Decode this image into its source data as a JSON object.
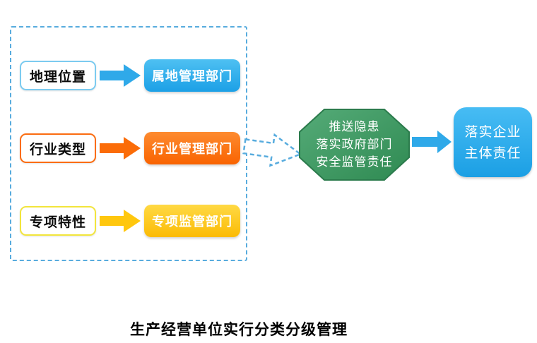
{
  "diagram": {
    "rows": [
      {
        "source": "地理位置",
        "target": "属地管理部门"
      },
      {
        "source": "行业类型",
        "target": "行业管理部门"
      },
      {
        "source": "专项特性",
        "target": "专项监管部门"
      }
    ],
    "octagon": {
      "line1": "推送隐患",
      "line2": "落实政府部门",
      "line3": "安全监管责任"
    },
    "result": {
      "line1": "落实企业",
      "line2": "主体责任"
    },
    "caption": "生产经营单位实行分类分级管理",
    "colors": {
      "blue": "#29A9E9",
      "orange": "#FB6C08",
      "yellow": "#FFC40C",
      "green": "#3E9B62",
      "dashed_blue": "#58ACDE"
    }
  }
}
